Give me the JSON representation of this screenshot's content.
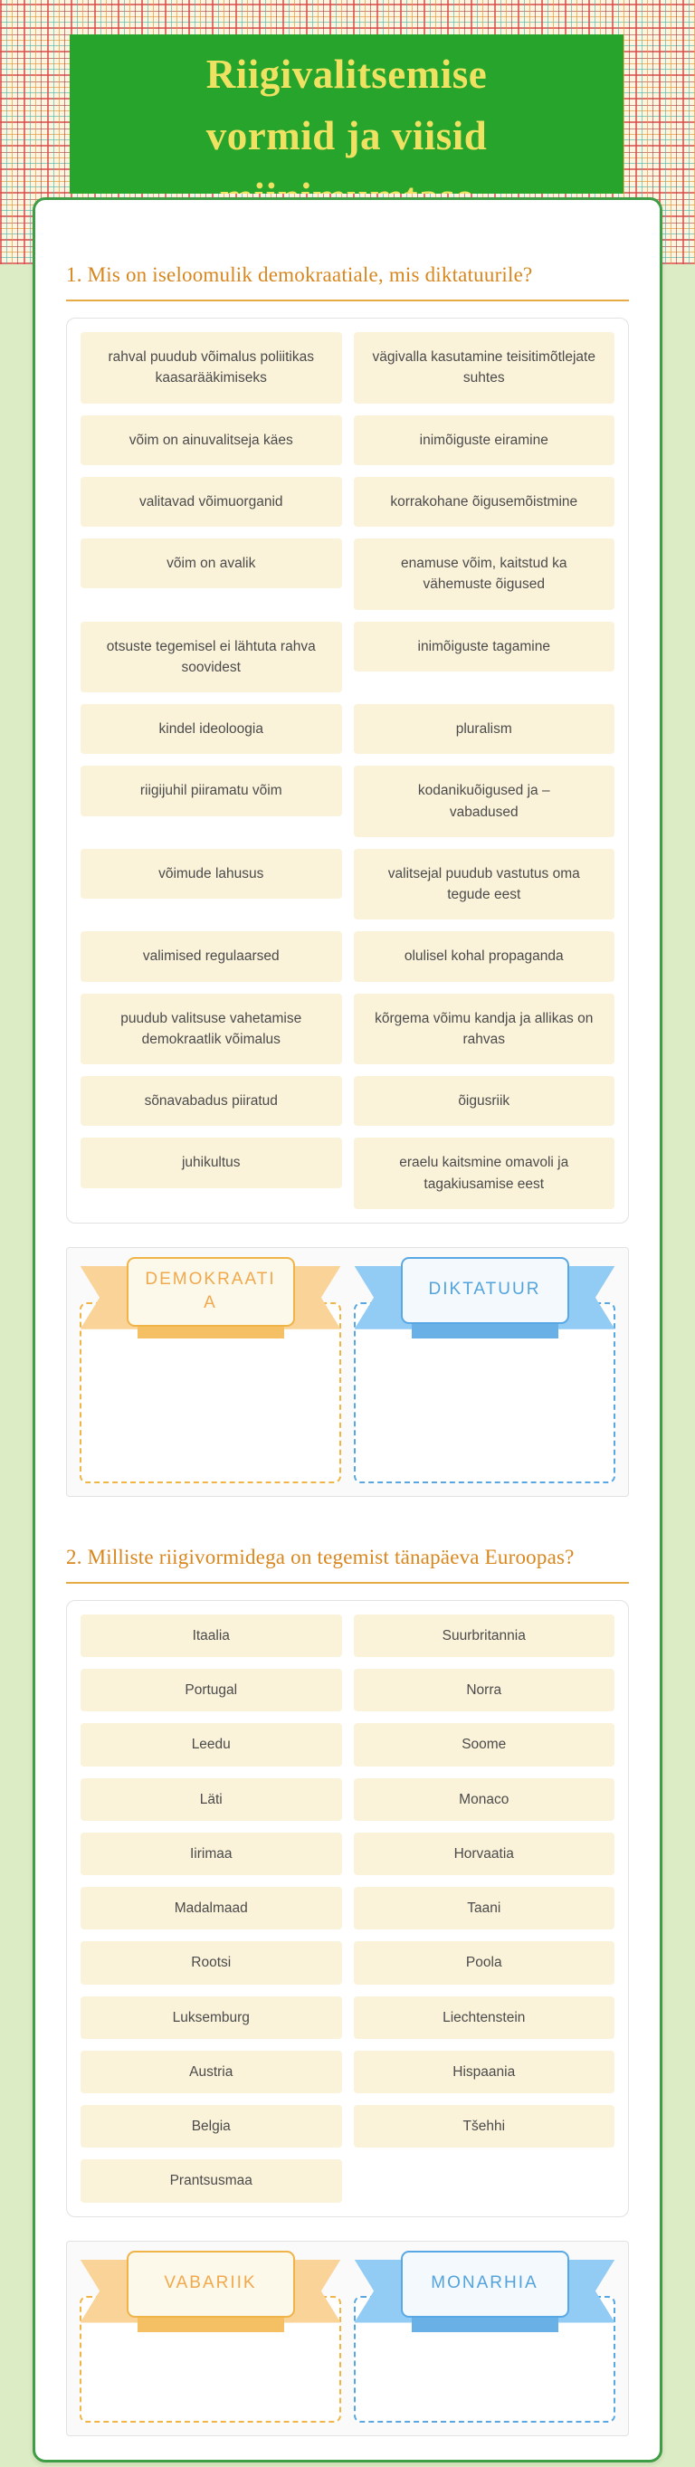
{
  "page_background": "#dcecc5",
  "header": {
    "title": "Riigivalitsemise vormid ja viisid miinimumtase",
    "title_lines": [
      "Riigivalitsemise",
      "vormid ja viisid",
      "miinimumtase"
    ],
    "bg_color": "#26a42c",
    "text_color": "#efe262"
  },
  "sections": [
    {
      "title": "1. Mis on iseloomulik demokraatiale, mis diktatuurile?",
      "word_bank": [
        "rahval puudub võimalus poliitikas kaasarääkimiseks",
        "vägivalla kasutamine teisitimõtlejate suhtes",
        "võim on ainuvalitseja käes",
        "inimõiguste eiramine",
        "valitavad võimuorganid",
        "korrakohane õigusemõistmine",
        "võim on avalik",
        "enamuse võim, kaitstud ka vähemuste õigused",
        "otsuste tegemisel ei lähtuta rahva soovidest",
        "inimõiguste tagamine",
        "kindel ideoloogia",
        "pluralism",
        "riigijuhil piiramatu võim",
        "kodanikuõigused ja –\nvabadused",
        "võimude lahusus",
        "valitsejal puudub vastutus oma tegude eest",
        "valimised regulaarsed",
        "olulisel kohal propaganda",
        "puudub valitsuse vahetamise demokraatlik võimalus",
        "kõrgema võimu kandja ja allikas on rahvas",
        "sõnavabadus piiratud",
        "õigusriik",
        "juhikultus",
        "eraelu kaitsmine omavoli ja tagakiusamise eest"
      ],
      "zones": [
        {
          "label": "DEMOKRAATIA",
          "theme": "orange"
        },
        {
          "label": "DIKTATUUR",
          "theme": "blue"
        }
      ]
    },
    {
      "title": "2. Milliste riigivormidega on tegemist tänapäeva Euroopas?",
      "word_bank": [
        "Itaalia",
        "Suurbritannia",
        "Portugal",
        "Norra",
        "Leedu",
        "Soome",
        "Läti",
        "Monaco",
        "Iirimaa",
        "Horvaatia",
        "Madalmaad",
        "Taani",
        "Rootsi",
        "Poola",
        "Luksemburg",
        "Liechtenstein",
        "Austria",
        "Hispaania",
        "Belgia",
        "Tšehhi",
        "Prantsusmaa"
      ],
      "zones": [
        {
          "label": "VABARIIK",
          "theme": "orange"
        },
        {
          "label": "MONARHIA",
          "theme": "blue"
        }
      ]
    }
  ],
  "colors": {
    "section_title": "#d8871e",
    "chip_bg": "#faf2d9",
    "chip_text": "#4b4b4b",
    "card_border": "#3f9e45",
    "header_green": "#26a42c",
    "header_yellow": "#efe262",
    "orange_accent": "#efb347",
    "blue_accent": "#58a7e2"
  }
}
